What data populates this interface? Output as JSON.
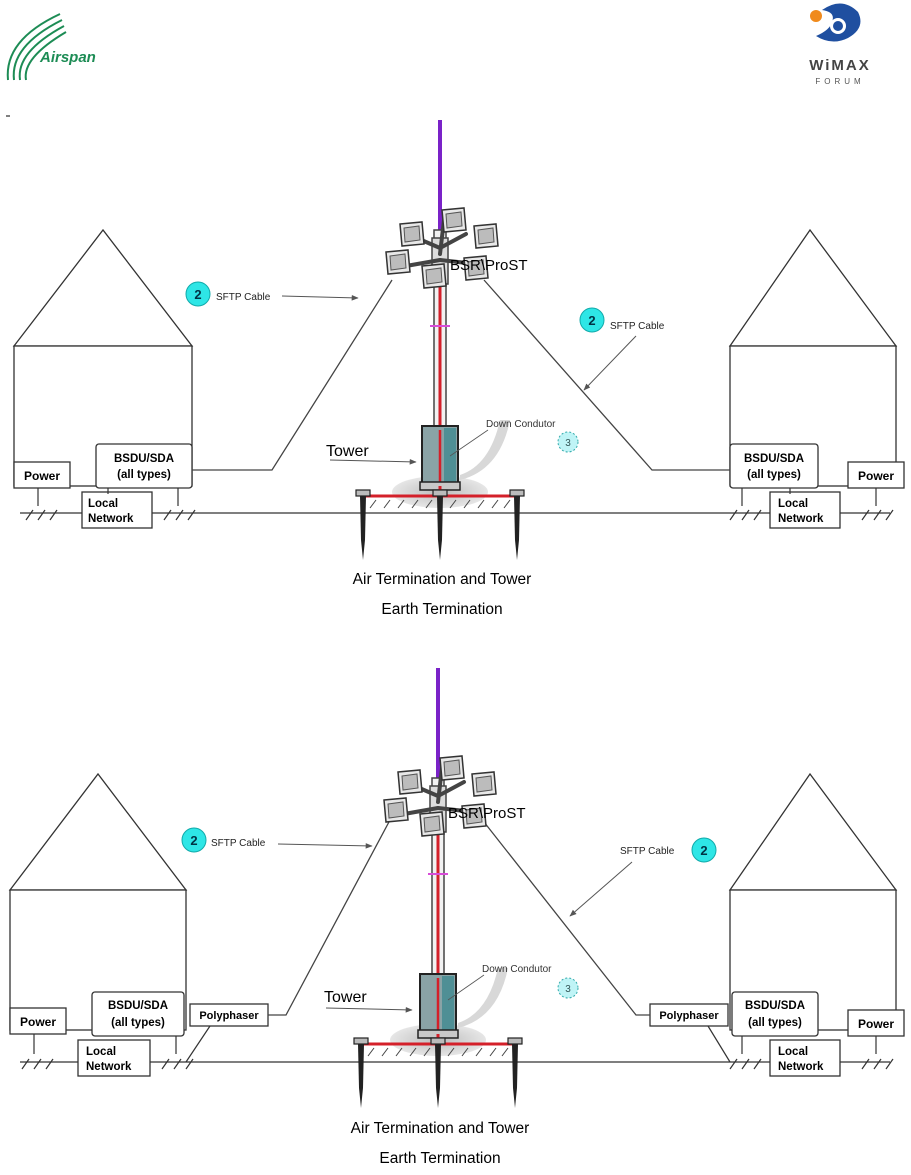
{
  "header": {
    "left_logo_text": "Airspan",
    "right_logo_text": "WiMAX",
    "right_logo_subtext": "FORUM"
  },
  "diagrams": [
    {
      "bsr_label": "BSR\\ProST",
      "tower_label": "Tower",
      "down_conductor_label": "Down Condutor",
      "down_conductor_number": "3",
      "left_cable": {
        "number": "2",
        "label": "SFTP Cable"
      },
      "right_cable": {
        "number": "2",
        "label": "SFTP Cable"
      },
      "left_building": {
        "bsdu_line1": "BSDU/SDA",
        "bsdu_line2": "(all types)",
        "power": "Power",
        "network_line1": "Local",
        "network_line2": "Network"
      },
      "right_building": {
        "bsdu_line1": "BSDU/SDA",
        "bsdu_line2": "(all types)",
        "power": "Power",
        "network_line1": "Local",
        "network_line2": "Network"
      },
      "caption_line1": "Air Termination and Tower",
      "caption_line2": "Earth Termination"
    },
    {
      "bsr_label": "BSR\\ProST",
      "tower_label": "Tower",
      "down_conductor_label": "Down Condutor",
      "down_conductor_number": "3",
      "left_cable": {
        "number": "2",
        "label": "SFTP Cable"
      },
      "right_cable": {
        "number": "2",
        "label": "SFTP Cable"
      },
      "left_building": {
        "bsdu_line1": "BSDU/SDA",
        "bsdu_line2": "(all types)",
        "power": "Power",
        "network_line1": "Local",
        "network_line2": "Network",
        "polyphaser": "Polyphaser"
      },
      "right_building": {
        "bsdu_line1": "BSDU/SDA",
        "bsdu_line2": "(all types)",
        "power": "Power",
        "network_line1": "Local",
        "network_line2": "Network",
        "polyphaser": "Polyphaser"
      },
      "caption_line1": "Air Termination and Tower",
      "caption_line2": "Earth Termination"
    }
  ],
  "colors": {
    "lightning_rod": "#7a22c8",
    "conductor": "#d4202a",
    "badge_fill": "#2ee6e6",
    "badge_dashed_fill": "#bff4f6",
    "tower_body": "#8aa3a6",
    "tower_shade": "#4f8f95",
    "ground_shadow": "#cfcfcf",
    "airspan_green": "#1d8c55",
    "wimax_blue": "#1f4fa0",
    "wimax_orange": "#f08a1c"
  }
}
